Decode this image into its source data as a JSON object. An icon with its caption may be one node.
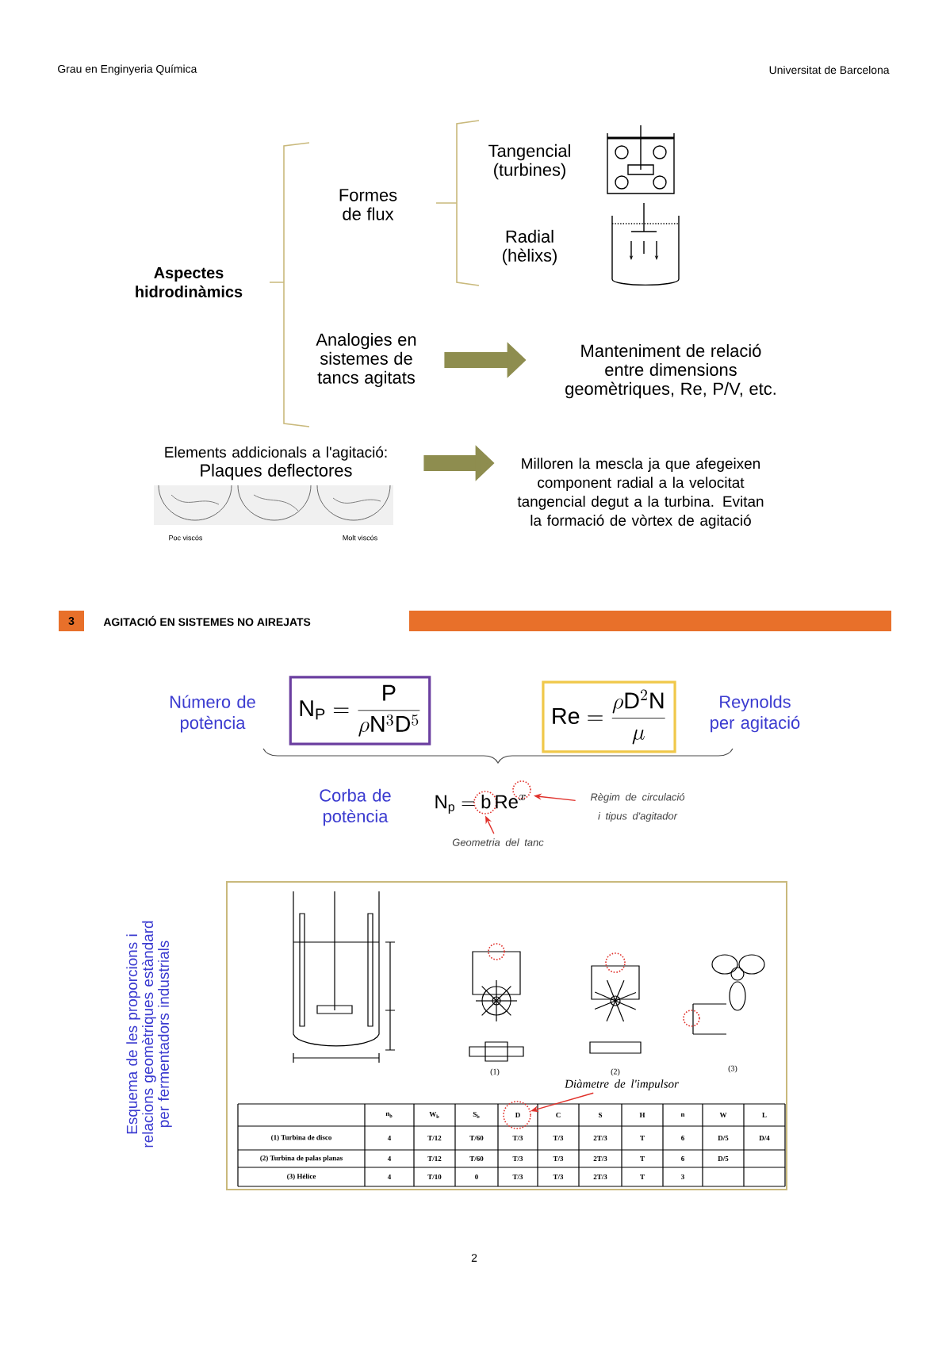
{
  "diagram": {
    "nodes": [
      {
        "text": [
          "Aspectes hidrodinàmics"
        ]
      },
      {
        "text": [
          "Formes de flux"
        ]
      },
      {
        "text": [
          "Tangencial (turbines)"
        ]
      },
      {
        "text": [
          "Radial (hèlixs)"
        ]
      },
      {
        "text": [
          "Analogies en sistemes de tancs agitats"
        ]
      },
      {
        "text": [
          "Manteniment de relació entre dimensions geomètriques, Re, P/V, etc."
        ]
      },
      {
        "text": [
          "Elements addicionals a l'agitació:",
          "Plaques deflectores"
        ]
      },
      {
        "text": [
          "Milloren la mescla ja que afegeixen component radial a la velocitat tangencial degut a la turbina. Evitan la formació de vòrtex de agitació"
        ]
      },
      {
        "text": [
          "\\mathrm{N_P} = \\frac{\\mathrm{P}}{\\rho \\mathrm{N}^3 \\mathrm{D}^5}"
        ],
        "beside": [
          "Número de potència"
        ]
      },
      {
        "text": [
          "\\mathrm{Re} = \\frac{\\rho \\mathrm{D}^2 \\mathrm{N}}{\\mu}"
        ],
        "beside": [
          "Reynolds per agitació"
        ]
      },
      {
        "text": [
          "\\mathrm{N_p} = \\mathrm{b}\\,\\mathrm{Re}^{x}"
        ],
        "beside": [
          "Corba de potència"
        ]
      },
      {
        "text": [
          "Règim de circulació i tipus d'agitador"
        ]
      },
      {
        "text": [
          "Geometria del tanc"
        ]
      },
      {
        "text": [
          "Diàmetre de l'impulsor"
        ]
      },
      {
        "text": [],
        "shape": "circle"
      }
    ],
    "edges": [
      {
        "from": 4,
        "to": 5,
        "arrow": "to",
        "style": "thick",
        "color": "#8e8d4f"
      },
      {
        "from": 6,
        "to": 7,
        "arrow": "to",
        "style": "thick",
        "color": "#8e8d4f"
      },
      {
        "from": 11,
        "to": 10,
        "arrow": "to",
        "color": "#e0302a"
      },
      {
        "from": 12,
        "to": 10,
        "arrow": "to",
        "color": "#e0302a"
      },
      {
        "from": 13,
        "to": 14,
        "arrow": "to",
        "color": "#e0302a"
      }
    ],
    "labels": [
      "Grau en Enginyeria Química",
      "Universitat de Barcelona",
      "Poc viscós",
      "Molt viscós",
      "3",
      "AGITACIÓ EN SISTEMES NO AIREJATS",
      "Esquema de les proporcions i relacions geomètriques estàndard per fermentadors industrials",
      "(1)",
      "(2)",
      "(3)",
      "n$_{b}$",
      "W$_{b}$",
      "S$_{b}$",
      "D",
      "C",
      "S",
      "H",
      "n",
      "W",
      "L",
      "(1) Turbina de disco",
      "4",
      "T/12",
      "T/60",
      "T/3",
      "T/3",
      "2T/3",
      "T",
      "6",
      "D/5",
      "D/4",
      "(2) Turbina de palas planas",
      "4",
      "T/12",
      "T/60",
      "T/3",
      "T/3",
      "2T/3",
      "T",
      "6",
      "D/5",
      "(3) Hélice",
      "4",
      "T/10",
      "0",
      "T/3",
      "T/3",
      "2T/3",
      "T",
      "3",
      "2"
    ]
  }
}
